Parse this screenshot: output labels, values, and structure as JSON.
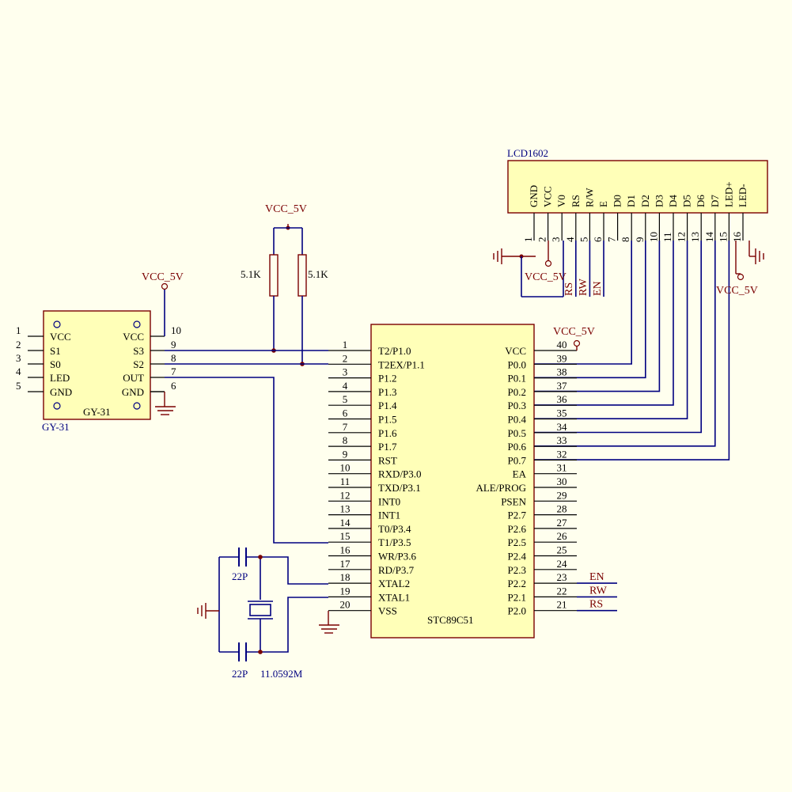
{
  "power_label": "VCC_5V",
  "lcd": {
    "name": "LCD1602",
    "pins": [
      {
        "num": "1",
        "name": "GND"
      },
      {
        "num": "2",
        "name": "VCC"
      },
      {
        "num": "3",
        "name": "V0"
      },
      {
        "num": "4",
        "name": "RS"
      },
      {
        "num": "5",
        "name": "R/W"
      },
      {
        "num": "6",
        "name": "E"
      },
      {
        "num": "7",
        "name": "D0"
      },
      {
        "num": "8",
        "name": "D1"
      },
      {
        "num": "9",
        "name": "D2"
      },
      {
        "num": "10",
        "name": "D3"
      },
      {
        "num": "11",
        "name": "D4"
      },
      {
        "num": "12",
        "name": "D5"
      },
      {
        "num": "13",
        "name": "D6"
      },
      {
        "num": "14",
        "name": "D7"
      },
      {
        "num": "15",
        "name": "LED+"
      },
      {
        "num": "16",
        "name": "LED-"
      }
    ],
    "net_labels": [
      "RS",
      "RW",
      "EN"
    ]
  },
  "sensor": {
    "name": "GY-31",
    "label": "GY-31",
    "left_pins": [
      {
        "num": "1",
        "name": "VCC"
      },
      {
        "num": "2",
        "name": "S1"
      },
      {
        "num": "3",
        "name": "S0"
      },
      {
        "num": "4",
        "name": "LED"
      },
      {
        "num": "5",
        "name": "GND"
      }
    ],
    "right_pins": [
      {
        "num": "10",
        "name": "VCC"
      },
      {
        "num": "9",
        "name": "S3"
      },
      {
        "num": "8",
        "name": "S2"
      },
      {
        "num": "7",
        "name": "OUT"
      },
      {
        "num": "6",
        "name": "GND"
      }
    ]
  },
  "resistors": [
    "5.1K",
    "5.1K"
  ],
  "mcu": {
    "name": "STC89C51",
    "left_pins": [
      {
        "num": "1",
        "name": "T2/P1.0"
      },
      {
        "num": "2",
        "name": "T2EX/P1.1"
      },
      {
        "num": "3",
        "name": "P1.2"
      },
      {
        "num": "4",
        "name": "P1.3"
      },
      {
        "num": "5",
        "name": "P1.4"
      },
      {
        "num": "6",
        "name": "P1.5"
      },
      {
        "num": "7",
        "name": "P1.6"
      },
      {
        "num": "8",
        "name": "P1.7"
      },
      {
        "num": "9",
        "name": "RST"
      },
      {
        "num": "10",
        "name": "RXD/P3.0"
      },
      {
        "num": "11",
        "name": "TXD/P3.1"
      },
      {
        "num": "12",
        "name": "INT0"
      },
      {
        "num": "13",
        "name": "INT1"
      },
      {
        "num": "14",
        "name": "T0/P3.4"
      },
      {
        "num": "15",
        "name": "T1/P3.5"
      },
      {
        "num": "16",
        "name": "WR/P3.6"
      },
      {
        "num": "17",
        "name": "RD/P3.7"
      },
      {
        "num": "18",
        "name": "XTAL2"
      },
      {
        "num": "19",
        "name": "XTAL1"
      },
      {
        "num": "20",
        "name": "VSS"
      }
    ],
    "right_pins": [
      {
        "num": "40",
        "name": "VCC"
      },
      {
        "num": "39",
        "name": "P0.0"
      },
      {
        "num": "38",
        "name": "P0.1"
      },
      {
        "num": "37",
        "name": "P0.2"
      },
      {
        "num": "36",
        "name": "P0.3"
      },
      {
        "num": "35",
        "name": "P0.4"
      },
      {
        "num": "34",
        "name": "P0.5"
      },
      {
        "num": "33",
        "name": "P0.6"
      },
      {
        "num": "32",
        "name": "P0.7"
      },
      {
        "num": "31",
        "name": "EA"
      },
      {
        "num": "30",
        "name": "ALE/PROG"
      },
      {
        "num": "29",
        "name": "PSEN"
      },
      {
        "num": "28",
        "name": "P2.7"
      },
      {
        "num": "27",
        "name": "P2.6"
      },
      {
        "num": "26",
        "name": "P2.5"
      },
      {
        "num": "25",
        "name": "P2.4"
      },
      {
        "num": "24",
        "name": "P2.3"
      },
      {
        "num": "23",
        "name": "P2.2"
      },
      {
        "num": "22",
        "name": "P2.1"
      },
      {
        "num": "21",
        "name": "P2.0"
      }
    ],
    "net_labels": [
      {
        "pin": "23",
        "name": "EN"
      },
      {
        "pin": "22",
        "name": "RW"
      },
      {
        "pin": "21",
        "name": "RS"
      }
    ]
  },
  "capacitors": [
    "22P",
    "22P"
  ],
  "crystal": "11.0592M"
}
